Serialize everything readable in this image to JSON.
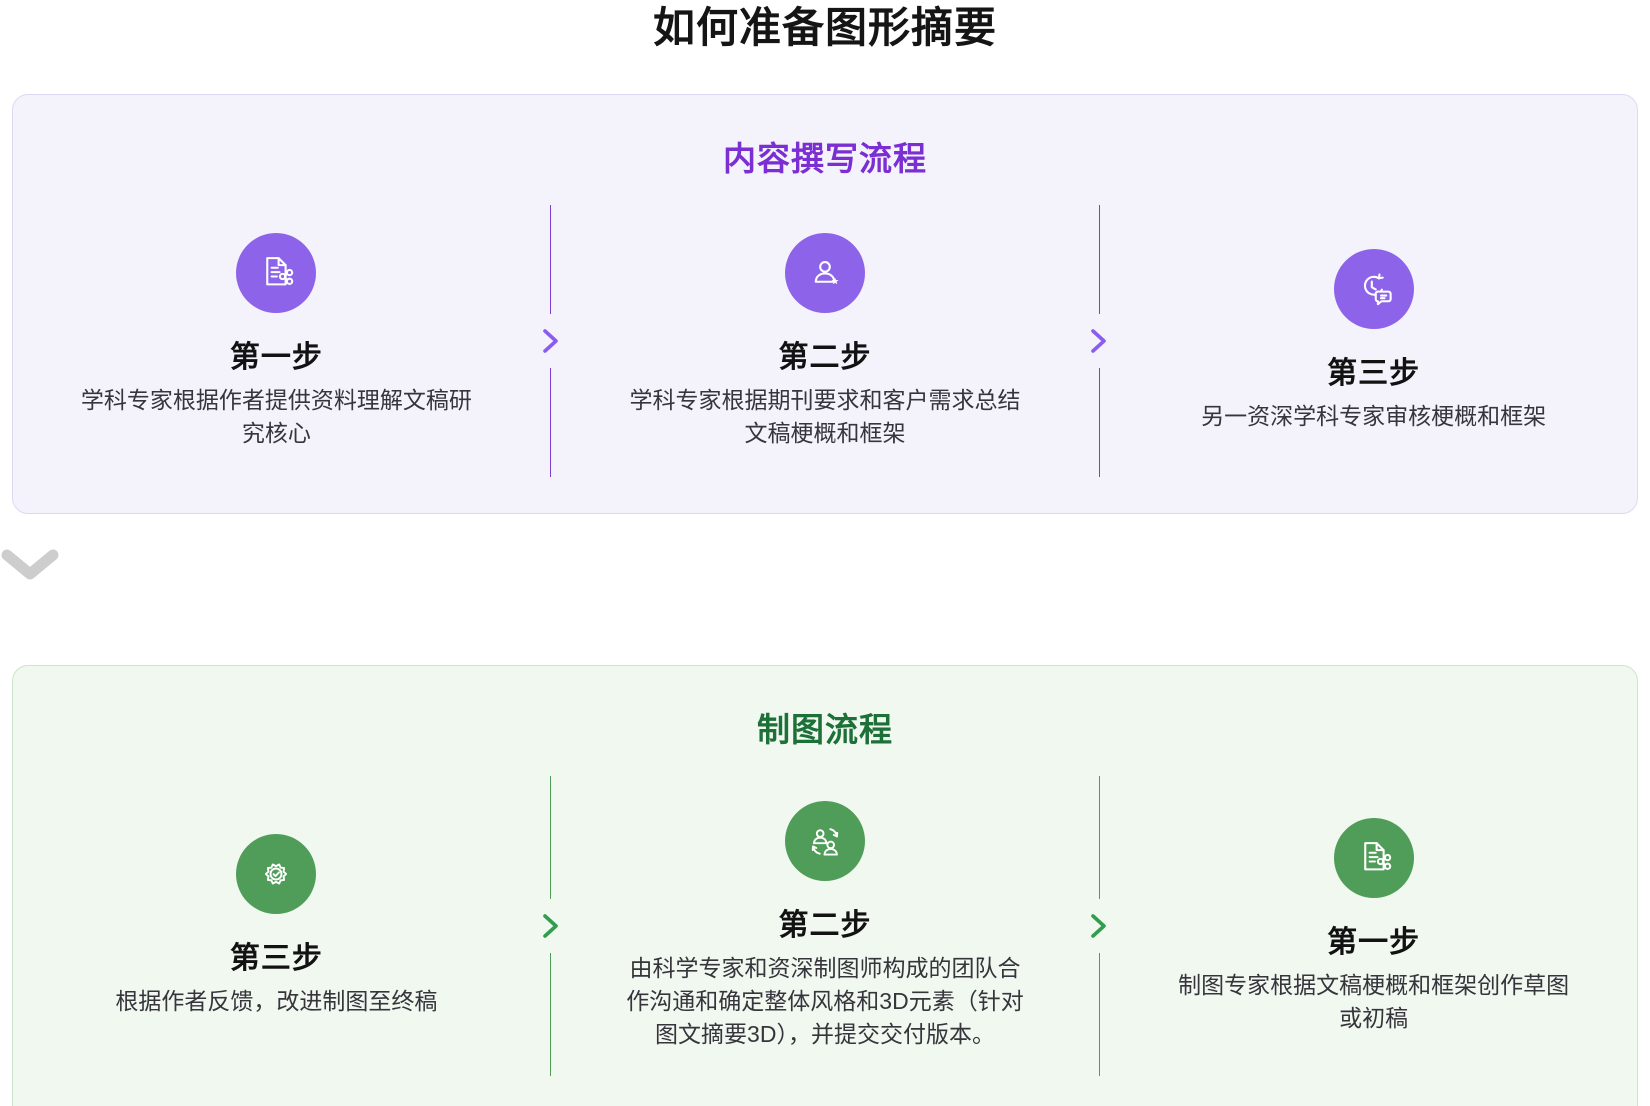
{
  "page": {
    "title": "如何准备图形摘要"
  },
  "connector": {
    "icon": "chevron-down-icon",
    "color": "#cdcdcd"
  },
  "sections": [
    {
      "id": "content-writing",
      "header": "内容撰写流程",
      "colors": {
        "background": "#f4f2fb",
        "border": "#ded9f2",
        "header_text": "#7b2fd2",
        "circle": "#8c63e9",
        "divider_line": "#7d3ed2",
        "chevron": "#8a5cf0"
      },
      "steps": [
        {
          "icon": "document-share-icon",
          "title": "第一步",
          "desc": "学科专家根据作者提供资料理解文稿研究核心"
        },
        {
          "icon": "user-star-icon",
          "title": "第二步",
          "desc": "学科专家根据期刊要求和客户需求总结文稿梗概和框架"
        },
        {
          "icon": "clock-chat-icon",
          "title": "第三步",
          "desc": "另一资深学科专家审核梗概和框架"
        }
      ]
    },
    {
      "id": "illustration",
      "header": "制图流程",
      "colors": {
        "background": "#f0f8f0",
        "border": "#cbe6cb",
        "header_text": "#1d7038",
        "circle": "#4f9d58",
        "divider_line": "#4d9e58",
        "chevron": "#2f9e4d"
      },
      "steps": [
        {
          "icon": "badge-check-icon",
          "title": "第三步",
          "desc": "根据作者反馈，改进制图至终稿"
        },
        {
          "icon": "users-sync-icon",
          "title": "第二步",
          "desc": "由科学专家和资深制图师构成的团队合作沟通和确定整体风格和3D元素（针对图文摘要3D），并提交交付版本。"
        },
        {
          "icon": "document-share-icon",
          "title": "第一步",
          "desc": "制图专家根据文稿梗概和框架创作草图或初稿"
        }
      ]
    }
  ]
}
